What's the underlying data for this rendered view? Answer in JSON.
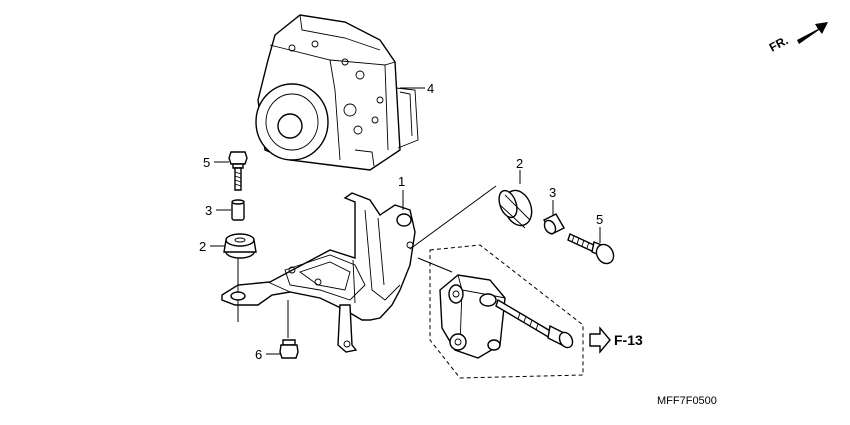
{
  "direction_marker": "FR.",
  "cross_reference": "F-13",
  "diagram_code": "MFF7F0500",
  "callouts": [
    {
      "id": "c1",
      "label": "1"
    },
    {
      "id": "c2a",
      "label": "2"
    },
    {
      "id": "c2b",
      "label": "2"
    },
    {
      "id": "c3a",
      "label": "3"
    },
    {
      "id": "c3b",
      "label": "3"
    },
    {
      "id": "c4",
      "label": "4"
    },
    {
      "id": "c5a",
      "label": "5"
    },
    {
      "id": "c5b",
      "label": "5"
    },
    {
      "id": "c6",
      "label": "6"
    }
  ]
}
